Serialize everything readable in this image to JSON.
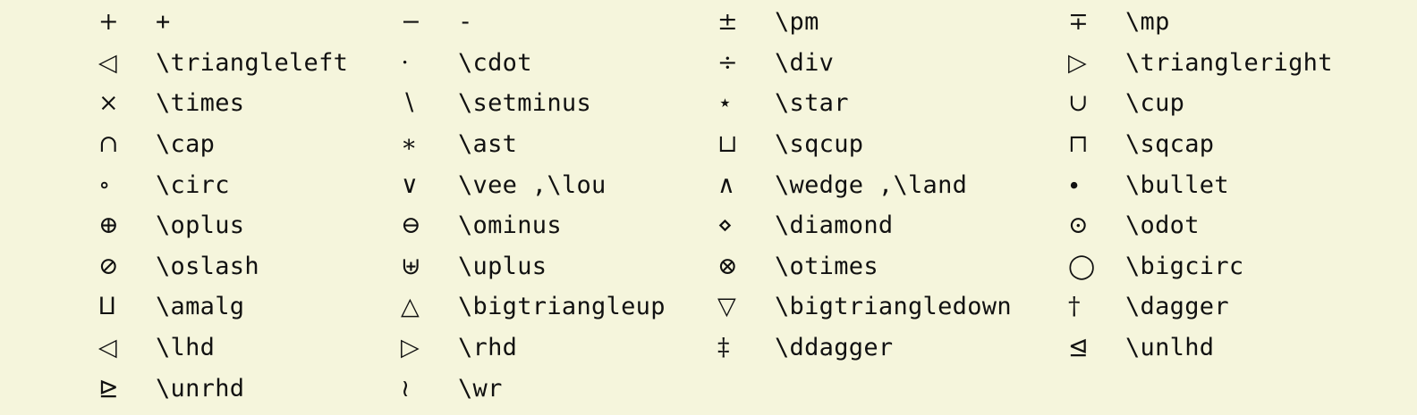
{
  "columns": [
    [
      {
        "symbol": "+",
        "command": "+"
      },
      {
        "symbol": "◁",
        "command": "\\triangleleft"
      },
      {
        "symbol": "×",
        "command": "\\times"
      },
      {
        "symbol": "∩",
        "command": "\\cap"
      },
      {
        "symbol": "∘",
        "command": "\\circ"
      },
      {
        "symbol": "⊕",
        "command": "\\oplus"
      },
      {
        "symbol": "⊘",
        "command": "\\oslash"
      },
      {
        "symbol": "⨿",
        "command": "\\amalg"
      },
      {
        "symbol": "◁",
        "command": "\\lhd"
      },
      {
        "symbol": "⊵",
        "command": "\\unrhd"
      }
    ],
    [
      {
        "symbol": "−",
        "command": "-"
      },
      {
        "symbol": "⋅",
        "command": "\\cdot"
      },
      {
        "symbol": "∖",
        "command": "\\setminus"
      },
      {
        "symbol": "∗",
        "command": "\\ast"
      },
      {
        "symbol": "∨",
        "command": "\\vee ,\\lou"
      },
      {
        "symbol": "⊖",
        "command": "\\ominus"
      },
      {
        "symbol": "⊎",
        "command": "\\uplus"
      },
      {
        "symbol": "△",
        "command": "\\bigtriangleup"
      },
      {
        "symbol": "▷",
        "command": "\\rhd"
      },
      {
        "symbol": "≀",
        "command": "\\wr"
      }
    ],
    [
      {
        "symbol": "±",
        "command": "\\pm"
      },
      {
        "symbol": "÷",
        "command": "\\div"
      },
      {
        "symbol": "⋆",
        "command": "\\star"
      },
      {
        "symbol": "⊔",
        "command": "\\sqcup"
      },
      {
        "symbol": "∧",
        "command": "\\wedge ,\\land"
      },
      {
        "symbol": "⋄",
        "command": "\\diamond"
      },
      {
        "symbol": "⊗",
        "command": "\\otimes"
      },
      {
        "symbol": "▽",
        "command": "\\bigtriangledown"
      },
      {
        "symbol": "‡",
        "command": "\\ddagger"
      }
    ],
    [
      {
        "symbol": "∓",
        "command": "\\mp"
      },
      {
        "symbol": "▷",
        "command": "\\triangleright"
      },
      {
        "symbol": "∪",
        "command": "\\cup"
      },
      {
        "symbol": "⊓",
        "command": "\\sqcap"
      },
      {
        "symbol": "∙",
        "command": "\\bullet"
      },
      {
        "symbol": "⊙",
        "command": "\\odot"
      },
      {
        "symbol": "◯",
        "command": "\\bigcirc"
      },
      {
        "symbol": "†",
        "command": "\\dagger"
      },
      {
        "symbol": "⊴",
        "command": "\\unlhd"
      }
    ]
  ]
}
